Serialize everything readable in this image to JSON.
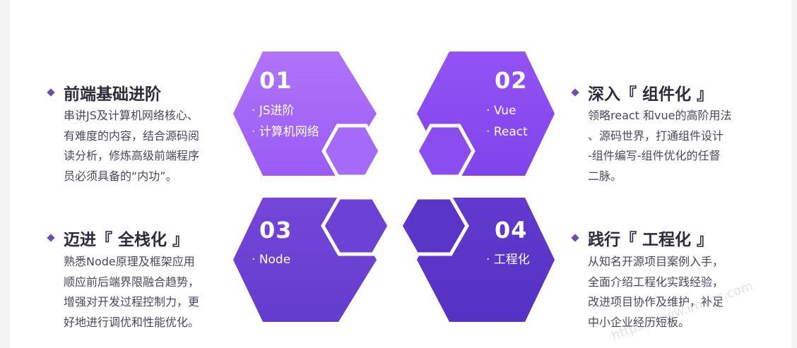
{
  "colors": {
    "hex1": "#a868f7",
    "hex2": "#8c4ff2",
    "hex3": "#6d3fd2",
    "hex4": "#5a35c7",
    "title": "#2f2b3a",
    "text": "#4a4757",
    "bullet": "#6a4fb0"
  },
  "modules": [
    {
      "num": "01",
      "items": [
        "JS进阶",
        "计算机网络"
      ]
    },
    {
      "num": "02",
      "items": [
        "Vue",
        "React"
      ]
    },
    {
      "num": "03",
      "items": [
        "Node"
      ]
    },
    {
      "num": "04",
      "items": [
        "工程化"
      ]
    }
  ],
  "sections": [
    {
      "title": "前端基础进阶",
      "lines": [
        "串讲JS及计算机网络核心、",
        "有难度的内容，结合源码阅",
        "读分析，修炼高级前端程序",
        "员必须具备的“内功”。"
      ]
    },
    {
      "title": "深入『 组件化 』",
      "lines": [
        "领略react 和vue的高阶用法",
        "、源码世界，打通组件设计",
        "-组件编写-组件优化的任督",
        "二脉。"
      ]
    },
    {
      "title": "迈进『 全栈化 』",
      "lines": [
        "熟悉Node原理及框架应用",
        "顺应前后端界限融合趋势，",
        "增强对开发过程控制力，更",
        "好地进行调优和性能优化。"
      ]
    },
    {
      "title": "践行『 工程化 』",
      "lines": [
        "从知名开源项目案例入手，",
        "全面介绍工程化实践经验，",
        "改进项目协作及维护，补足",
        "中小企业经历短板。"
      ]
    }
  ],
  "watermark": "https://www.imooc.com"
}
